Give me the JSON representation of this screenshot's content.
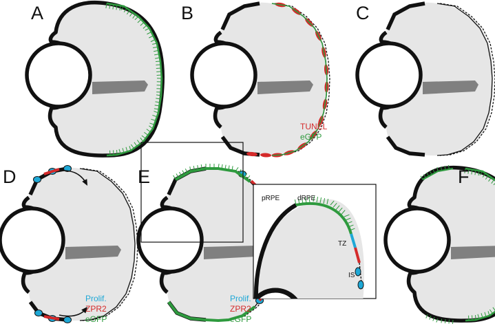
{
  "panels": [
    {
      "id": "A",
      "label": "A",
      "state": "intact"
    },
    {
      "id": "B",
      "label": "B",
      "state": "apoptosis"
    },
    {
      "id": "C",
      "label": "C",
      "state": "ablated"
    },
    {
      "id": "D",
      "label": "D",
      "state": "proliferation"
    },
    {
      "id": "E",
      "label": "E",
      "state": "regenerating"
    },
    {
      "id": "F",
      "label": "F",
      "state": "regenerated"
    }
  ],
  "legend_b": [
    {
      "text": "TUNEL",
      "color": "#d42a2a"
    },
    {
      "text": "eGFP",
      "color": "#2e9a3e"
    }
  ],
  "legend_de": [
    {
      "text": "Prolif.",
      "color": "#1ea8d6"
    },
    {
      "text": "ZPR2",
      "color": "#d42a2a"
    },
    {
      "text": "eGFP",
      "color": "#2e9a3e"
    }
  ],
  "inset_labels": [
    "pRPE",
    "dRPE",
    "TZ",
    "IS"
  ],
  "colors": {
    "eye_fill": "#e6e6e6",
    "outline": "#111111",
    "nerve": "#808080",
    "egfp": "#2e9a3e",
    "tunel": "#d42a2a",
    "prolif": "#1ea8d6"
  }
}
